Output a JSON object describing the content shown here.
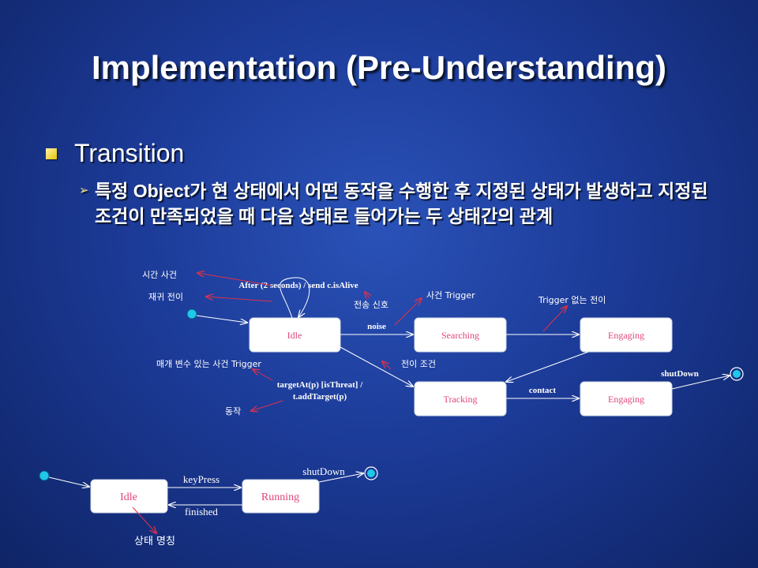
{
  "slide": {
    "title": "Implementation (Pre-Understanding)",
    "bullet": "Transition",
    "sub_bullet": "특정 Object가 현 상태에서 어떤 동작을 수행한 후 지정된 상태가 발생하고 지정된 조건이 만족되었을 때 다음 상태로 들어가는 두 상태간의 관계"
  },
  "diagram1": {
    "states": {
      "idle": "Idle",
      "searching": "Searching",
      "engaging1": "Engaging",
      "tracking": "Tracking",
      "engaging2": "Engaging"
    },
    "transitions": {
      "self_loop": "After (2 seconds) / send c.isAlive",
      "noise": "noise",
      "target_line1": "targetAt(p) [isThreat] /",
      "target_line2": "t.addTarget(p)",
      "contact": "contact",
      "shutdown": "shutDown"
    },
    "annotations": {
      "time_event": "시간 사건",
      "recursive": "재귀 전이",
      "send_signal": "전송 신호",
      "event_trigger": "사건 Trigger",
      "no_trigger": "Trigger 없는 전이",
      "param_event": "매개 변수 있는 사건 Trigger",
      "guard": "전이 조건",
      "action": "동작"
    }
  },
  "diagram2": {
    "states": {
      "idle": "Idle",
      "running": "Running"
    },
    "transitions": {
      "keypress": "keyPress",
      "finished": "finished",
      "shutdown": "shutDown"
    },
    "annotations": {
      "state_name": "상태 명칭"
    }
  },
  "colors": {
    "state_fill": "#ffffff",
    "state_text": "#e0457a",
    "annotation_arrow": "#e0304a",
    "node_fill": "#1ec8e8"
  }
}
